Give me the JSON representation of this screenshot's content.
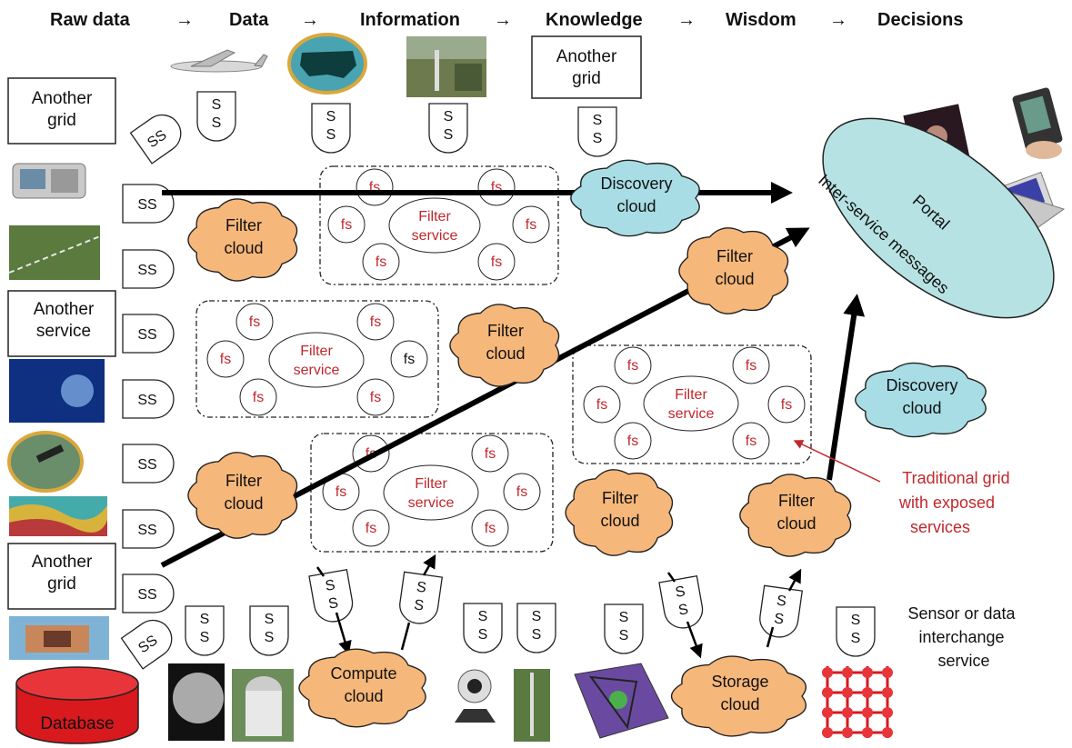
{
  "header": {
    "steps": [
      "Raw data",
      "Data",
      "Information",
      "Knowledge",
      "Wisdom",
      "Decisions"
    ]
  },
  "boxes": {
    "another_grid": "Another grid",
    "another_service": "Another service"
  },
  "ss_label": "SS",
  "ss_letter": "S",
  "fs_label": "fs",
  "filter_service": "Filter service",
  "clouds": {
    "filter": "Filter cloud",
    "discovery": "Discovery cloud",
    "compute": "Compute cloud",
    "storage": "Storage cloud"
  },
  "portal": "Portal",
  "inter_service": "Inter-service messages",
  "traditional_grid": [
    "Traditional grid",
    "with exposed",
    "services"
  ],
  "sensor_note": [
    "Sensor or data",
    "interchange",
    "service"
  ],
  "database": "Database",
  "colors": {
    "cloud_orange": "#f6b77a",
    "cloud_blue": "#a8dde6",
    "portal_fill": "#b6e2e3",
    "fs_red": "#c0282d",
    "database_red": "#d8191d"
  }
}
